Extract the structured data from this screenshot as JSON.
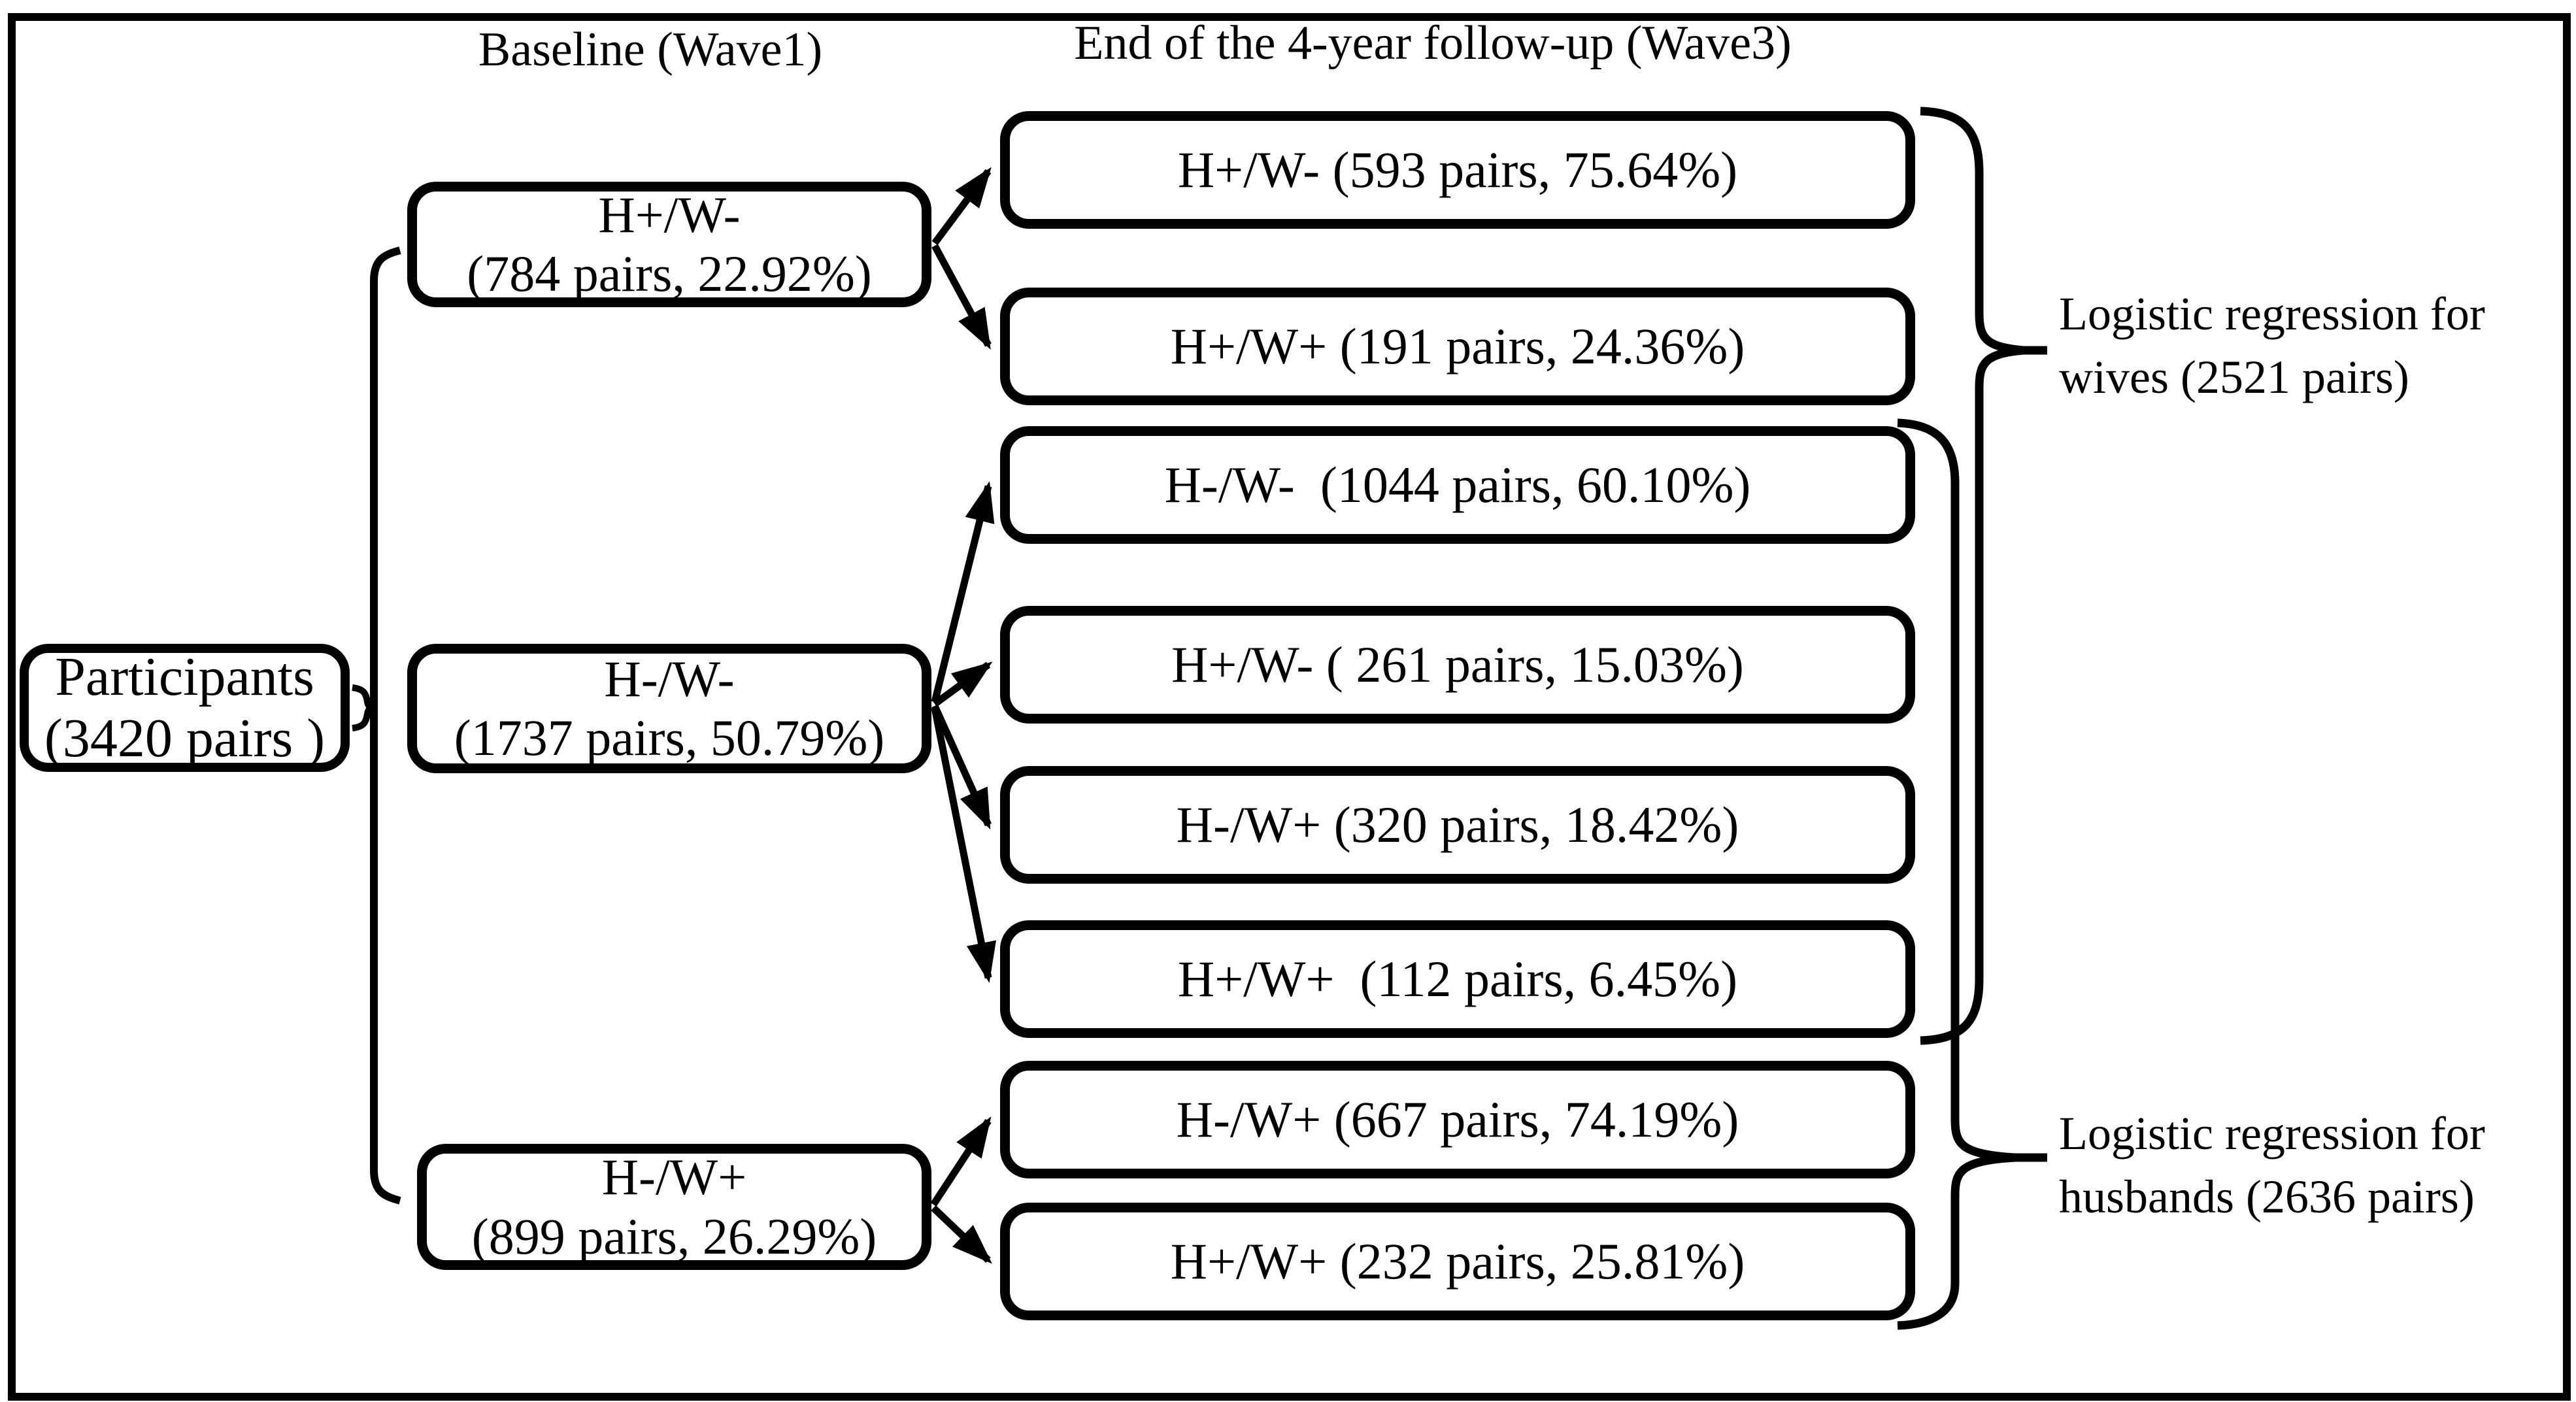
{
  "figure": {
    "colors": {
      "ink": "#000000",
      "background": "#ffffff"
    },
    "headers": {
      "baseline": "Baseline (Wave1)",
      "followup": "End of the 4-year follow-up (Wave3)"
    },
    "participants": {
      "line1": "Participants",
      "line2": "(3420 pairs )"
    },
    "baseline": [
      {
        "line1": "H+/W-",
        "line2": "(784 pairs, 22.92%)"
      },
      {
        "line1": "H-/W-",
        "line2": "(1737 pairs, 50.79%)"
      },
      {
        "line1": "H-/W+",
        "line2": "(899 pairs, 26.29%)"
      }
    ],
    "followup": [
      {
        "label": "H+/W- (593 pairs, 75.64%)"
      },
      {
        "label": "H+/W+ (191 pairs, 24.36%)"
      },
      {
        "label": "H-/W-  (1044 pairs, 60.10%)"
      },
      {
        "label": "H+/W- ( 261 pairs, 15.03%)"
      },
      {
        "label": "H-/W+ (320 pairs, 18.42%)"
      },
      {
        "label": "H+/W+  (112 pairs, 6.45%)"
      },
      {
        "label": "H-/W+ (667 pairs, 74.19%)"
      },
      {
        "label": "H+/W+ (232 pairs, 25.81%)"
      }
    ],
    "annotations": [
      {
        "line1": "Logistic regression for",
        "line2": "wives (2521 pairs)"
      },
      {
        "line1": "Logistic regression for",
        "line2": "husbands (2636 pairs)"
      }
    ],
    "flows": [
      {
        "from": "Participants",
        "to": [
          "H+/W-",
          "H-/W-",
          "H-/W+"
        ]
      },
      {
        "from": "H+/W-",
        "to": [
          "H+/W- (593 pairs, 75.64%)",
          "H+/W+ (191 pairs, 24.36%)"
        ]
      },
      {
        "from": "H-/W-",
        "to": [
          "H-/W-  (1044 pairs, 60.10%)",
          "H+/W- ( 261 pairs, 15.03%)",
          "H-/W+ (320 pairs, 18.42%)",
          "H+/W+  (112 pairs, 6.45%)"
        ]
      },
      {
        "from": "H-/W+",
        "to": [
          "H-/W+ (667 pairs, 74.19%)",
          "H+/W+ (232 pairs, 25.81%)"
        ]
      }
    ],
    "brace_spans": [
      {
        "label": "wives (2521 pairs)",
        "followup_boxes": [
          1,
          2,
          3,
          4,
          5,
          6
        ]
      },
      {
        "label": "husbands (2636 pairs)",
        "followup_boxes": [
          3,
          4,
          5,
          6,
          7,
          8
        ]
      }
    ]
  }
}
